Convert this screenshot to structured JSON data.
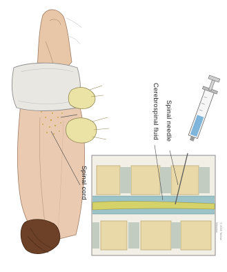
{
  "labels": {
    "cerebrospinal_fluid": "Cerebrospinal fluid",
    "spinal_needle": "Spinal needle",
    "spinal_cord": "Spinal cord"
  },
  "credit": [
    "© 2005 Terese",
    "Winslow"
  ],
  "colors": {
    "skin": "#eacbb1",
    "drape": "#e9e7e2",
    "glove": "#ebe2a5",
    "hair": "#6c4127",
    "vertebra": "#e9d9a8",
    "disc": "#c3ccc0",
    "cord": "#d6d26a",
    "csf": "#9bc3c8",
    "needle_fluid": "#6aa8d6"
  }
}
